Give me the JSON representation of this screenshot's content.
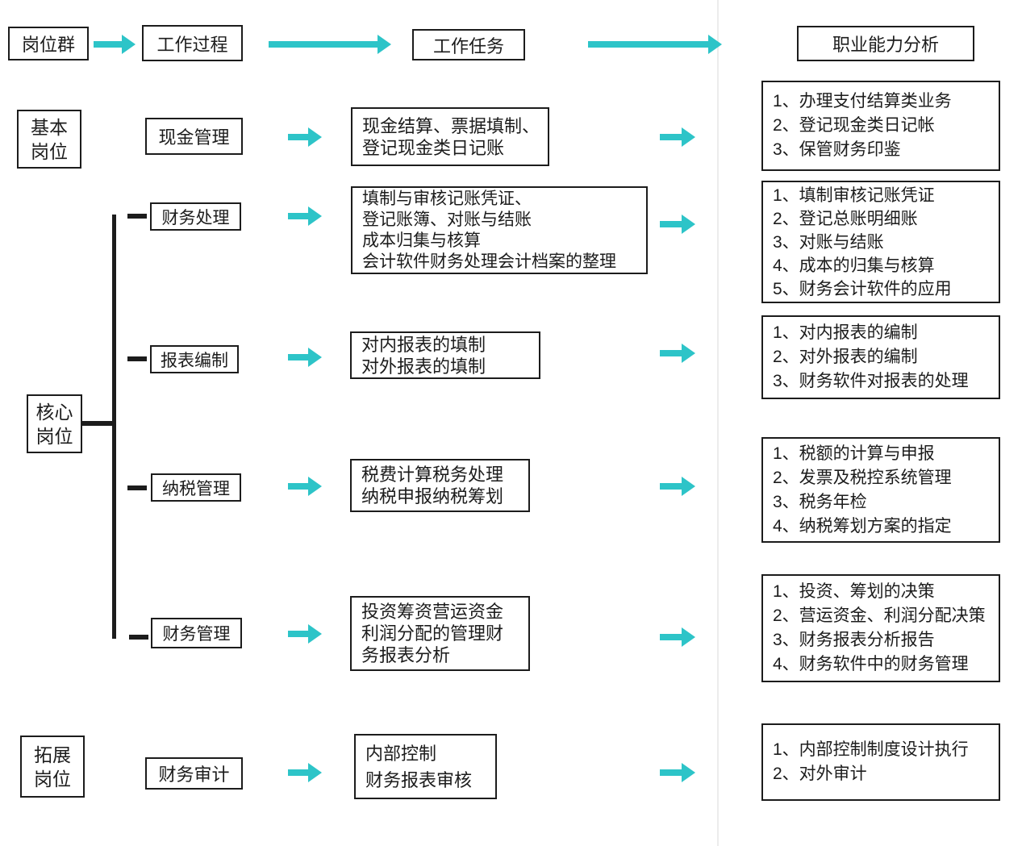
{
  "colors": {
    "accent": "#2dc4c8",
    "ink": "#1c1c1c"
  },
  "header": {
    "items": [
      "岗位群",
      "工作过程",
      "工作任务",
      "职业能力分析"
    ]
  },
  "groups": {
    "basic": {
      "line1": "基本",
      "line2": "岗位"
    },
    "core": {
      "line1": "核心",
      "line2": "岗位"
    },
    "extended": {
      "line1": "拓展",
      "line2": "岗位"
    }
  },
  "rows": [
    {
      "process": "现金管理",
      "tasks": [
        "现金结算、票据填制、",
        "登记现金类日记账"
      ],
      "abilities": [
        "1、办理支付结算类业务",
        "2、登记现金类日记帐",
        "3、保管财务印鉴"
      ]
    },
    {
      "process": "财务处理",
      "tasks": [
        "填制与审核记账凭证、",
        "登记账簿、对账与结账",
        "成本归集与核算",
        "会计软件财务处理会计档案的整理"
      ],
      "abilities": [
        "1、填制审核记账凭证",
        "2、登记总账明细账",
        "3、对账与结账",
        "4、成本的归集与核算",
        "5、财务会计软件的应用"
      ]
    },
    {
      "process": "报表编制",
      "tasks": [
        "对内报表的填制",
        "对外报表的填制"
      ],
      "abilities": [
        "1、对内报表的编制",
        "2、对外报表的编制",
        "3、财务软件对报表的处理"
      ]
    },
    {
      "process": "纳税管理",
      "tasks": [
        "税费计算税务处理",
        "纳税申报纳税筹划"
      ],
      "abilities": [
        "1、税额的计算与申报",
        "2、发票及税控系统管理",
        "3、税务年检",
        "4、纳税筹划方案的指定"
      ]
    },
    {
      "process": "财务管理",
      "tasks": [
        "投资筹资营运资金",
        "利润分配的管理财",
        "务报表分析"
      ],
      "abilities": [
        "1、投资、筹划的决策",
        "2、营运资金、利润分配决策",
        "3、财务报表分析报告",
        "4、财务软件中的财务管理"
      ]
    },
    {
      "process": "财务审计",
      "tasks": [
        "内部控制",
        "财务报表审核"
      ],
      "abilities": [
        "1、内部控制制度设计执行",
        "2、对外审计"
      ]
    }
  ]
}
